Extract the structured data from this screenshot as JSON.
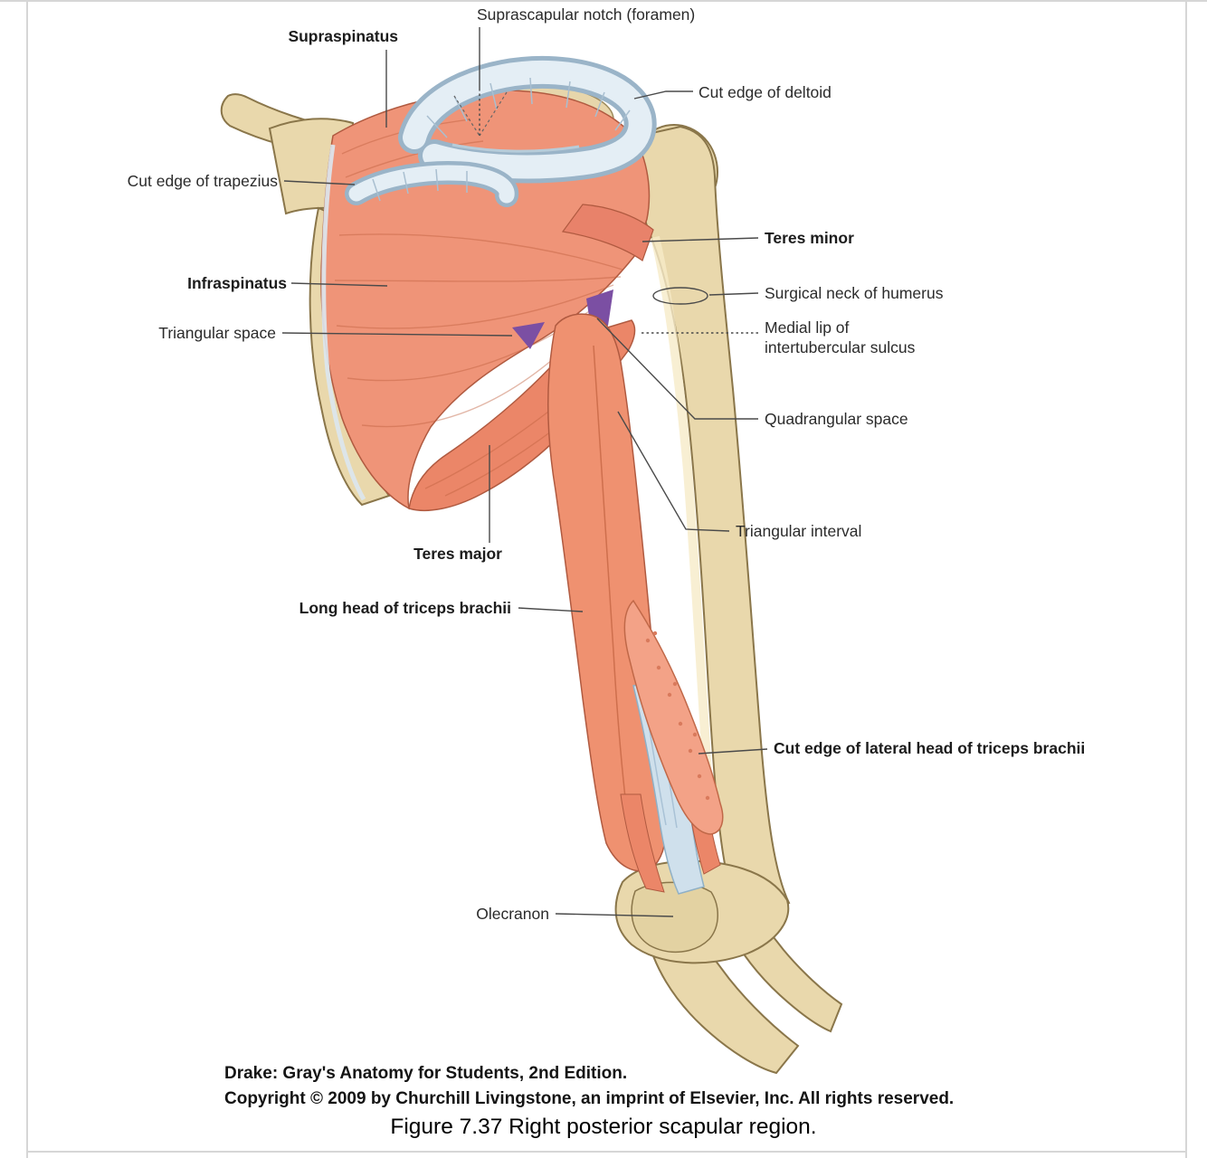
{
  "figure": {
    "labels": [
      {
        "id": "suprascapular-notch",
        "text": "Suprascapular notch (foramen)",
        "bold": false
      },
      {
        "id": "supraspinatus",
        "text": "Supraspinatus",
        "bold": true
      },
      {
        "id": "cut-edge-of-deltoid",
        "text": "Cut edge of deltoid",
        "bold": false
      },
      {
        "id": "cut-edge-of-trapezius",
        "text": "Cut edge of trapezius",
        "bold": false
      },
      {
        "id": "teres-minor",
        "text": "Teres minor",
        "bold": true
      },
      {
        "id": "infraspinatus",
        "text": "Infraspinatus",
        "bold": true
      },
      {
        "id": "surgical-neck-of-humerus",
        "text": "Surgical neck of humerus",
        "bold": false
      },
      {
        "id": "triangular-space",
        "text": "Triangular space",
        "bold": false
      },
      {
        "id": "medial-lip-of-intertubercular-sulcus",
        "text": "Medial lip of intertubercular sulcus",
        "bold": false
      },
      {
        "id": "quadrangular-space",
        "text": "Quadrangular space",
        "bold": false
      },
      {
        "id": "triangular-interval",
        "text": "Triangular interval",
        "bold": false
      },
      {
        "id": "teres-major",
        "text": "Teres major",
        "bold": true
      },
      {
        "id": "long-head-of-triceps-brachii",
        "text": "Long head of triceps brachii",
        "bold": true
      },
      {
        "id": "cut-edge-of-lateral-head-of-triceps-brachii",
        "text": "Cut edge of lateral head of triceps brachii",
        "bold": true
      },
      {
        "id": "olecranon",
        "text": "Olecranon",
        "bold": false
      }
    ],
    "credit": {
      "line1": "Drake: Gray's Anatomy for Students, 2nd Edition.",
      "line2": "Copyright © 2009 by Churchill Livingstone, an imprint of Elsevier, Inc. All rights reserved."
    },
    "caption": "Figure 7.37 Right posterior scapular region.",
    "colors": {
      "muscle": "#ef9478",
      "muscle_outline": "#b05a40",
      "bone": "#e9d8ac",
      "bone_outline": "#8a764a",
      "tendon_blue": "#cfe0ec",
      "cut_edge_blue": "#9ab4c8",
      "space_purple": "#7b4fa3",
      "leader_line": "#4a4a4a",
      "label_text": "#2b2b2b"
    }
  }
}
